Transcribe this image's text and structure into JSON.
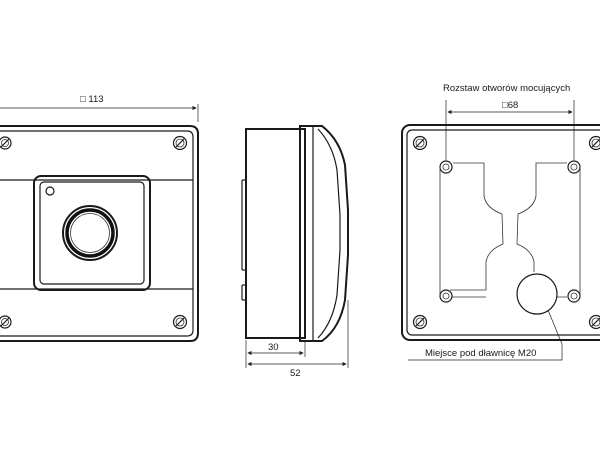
{
  "labels": {
    "front_width": "□ 113",
    "depth_inner": "30",
    "depth_total": "52",
    "mount_title": "Rozstaw otworów mocujących",
    "mount_spacing": "□68",
    "gland_note": "Miejsce pod dławnicę M20"
  }
}
